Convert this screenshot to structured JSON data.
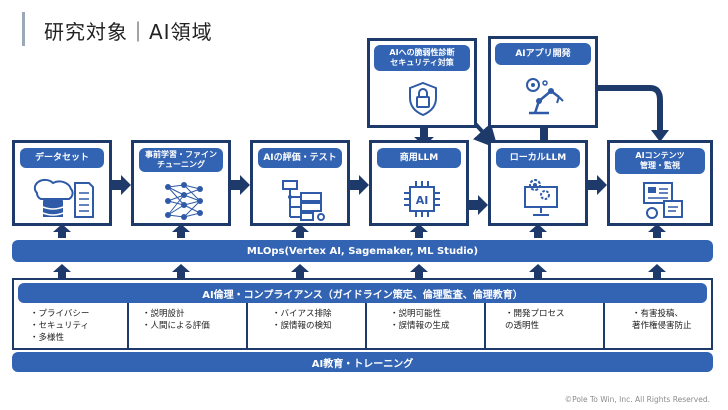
{
  "title": "研究対象｜AI領域",
  "top_boxes": [
    {
      "label": "AIへの脆弱性診断\nセキュリティ対策",
      "icon": "shield-lock-icon"
    },
    {
      "label": "AIアプリ開発",
      "icon": "robot-arm-icon"
    }
  ],
  "stages": [
    {
      "label": "データセット",
      "icon": "database-document-icon"
    },
    {
      "label": "事前学習・ファイン\nチューニング",
      "icon": "neural-network-icon"
    },
    {
      "label": "AIの評価・テスト",
      "icon": "flowchart-icon"
    },
    {
      "label": "商用LLM",
      "icon": "ai-chip-icon"
    },
    {
      "label": "ローカルLLM",
      "icon": "monitor-gear-icon"
    },
    {
      "label": "AIコンテンツ\n管理・監視",
      "icon": "content-monitor-icon"
    }
  ],
  "mlops": "MLOps(Vertex AI, Sagemaker, ML Studio)",
  "ethics": "AI倫理・コンプライアンス（ガイドライン策定、倫理監査、倫理教育）",
  "notes": [
    "・プライバシー\n・セキュリティ\n・多様性",
    "・説明設計\n・人間による評価",
    "・バイアス排除\n・誤情報の検知",
    "・説明可能性\n・誤情報の生成",
    "・開発プロセス\nの透明性",
    "・有害投稿、\n著作権侵害防止"
  ],
  "training": "AI教育・トレーニング",
  "copyright": "©Pole To Win, Inc. All Rights Reserved.",
  "colors": {
    "dark_navy": "#1d3a6b",
    "blue": "#3364b3",
    "icon_blue": "#2f5aa8"
  }
}
